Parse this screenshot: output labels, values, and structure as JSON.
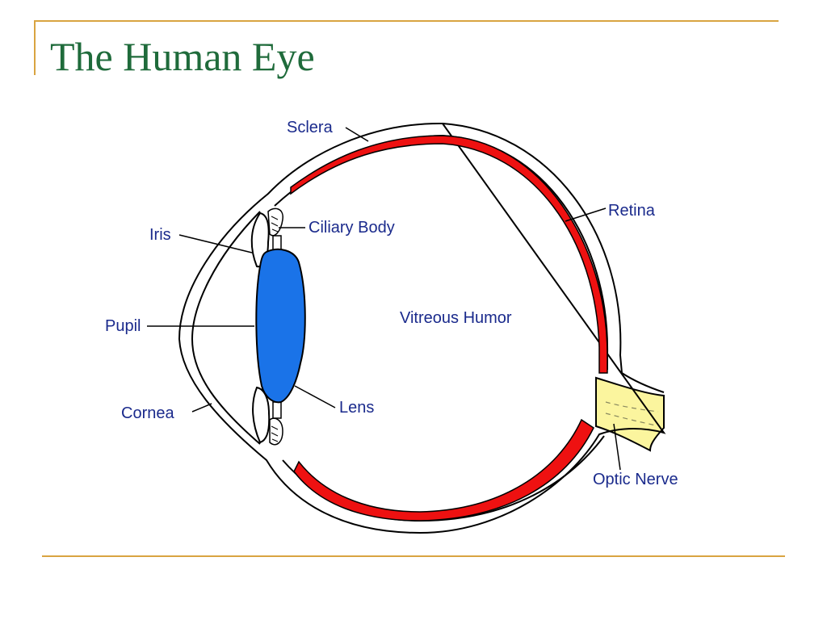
{
  "slide": {
    "title": "The Human Eye"
  },
  "diagram": {
    "labels": {
      "sclera": "Sclera",
      "retina": "Retina",
      "ciliary_body": "Ciliary Body",
      "iris": "Iris",
      "pupil": "Pupil",
      "vitreous_humor": "Vitreous Humor",
      "lens": "Lens",
      "cornea": "Cornea",
      "optic_nerve": "Optic Nerve"
    },
    "colors": {
      "title": "#1f6b3b",
      "frame": "#d9a441",
      "label_text": "#1a2a8c",
      "retina": "#ee1111",
      "lens": "#1a73e8",
      "optic_nerve": "#fbf59e",
      "outline": "#000000"
    }
  }
}
